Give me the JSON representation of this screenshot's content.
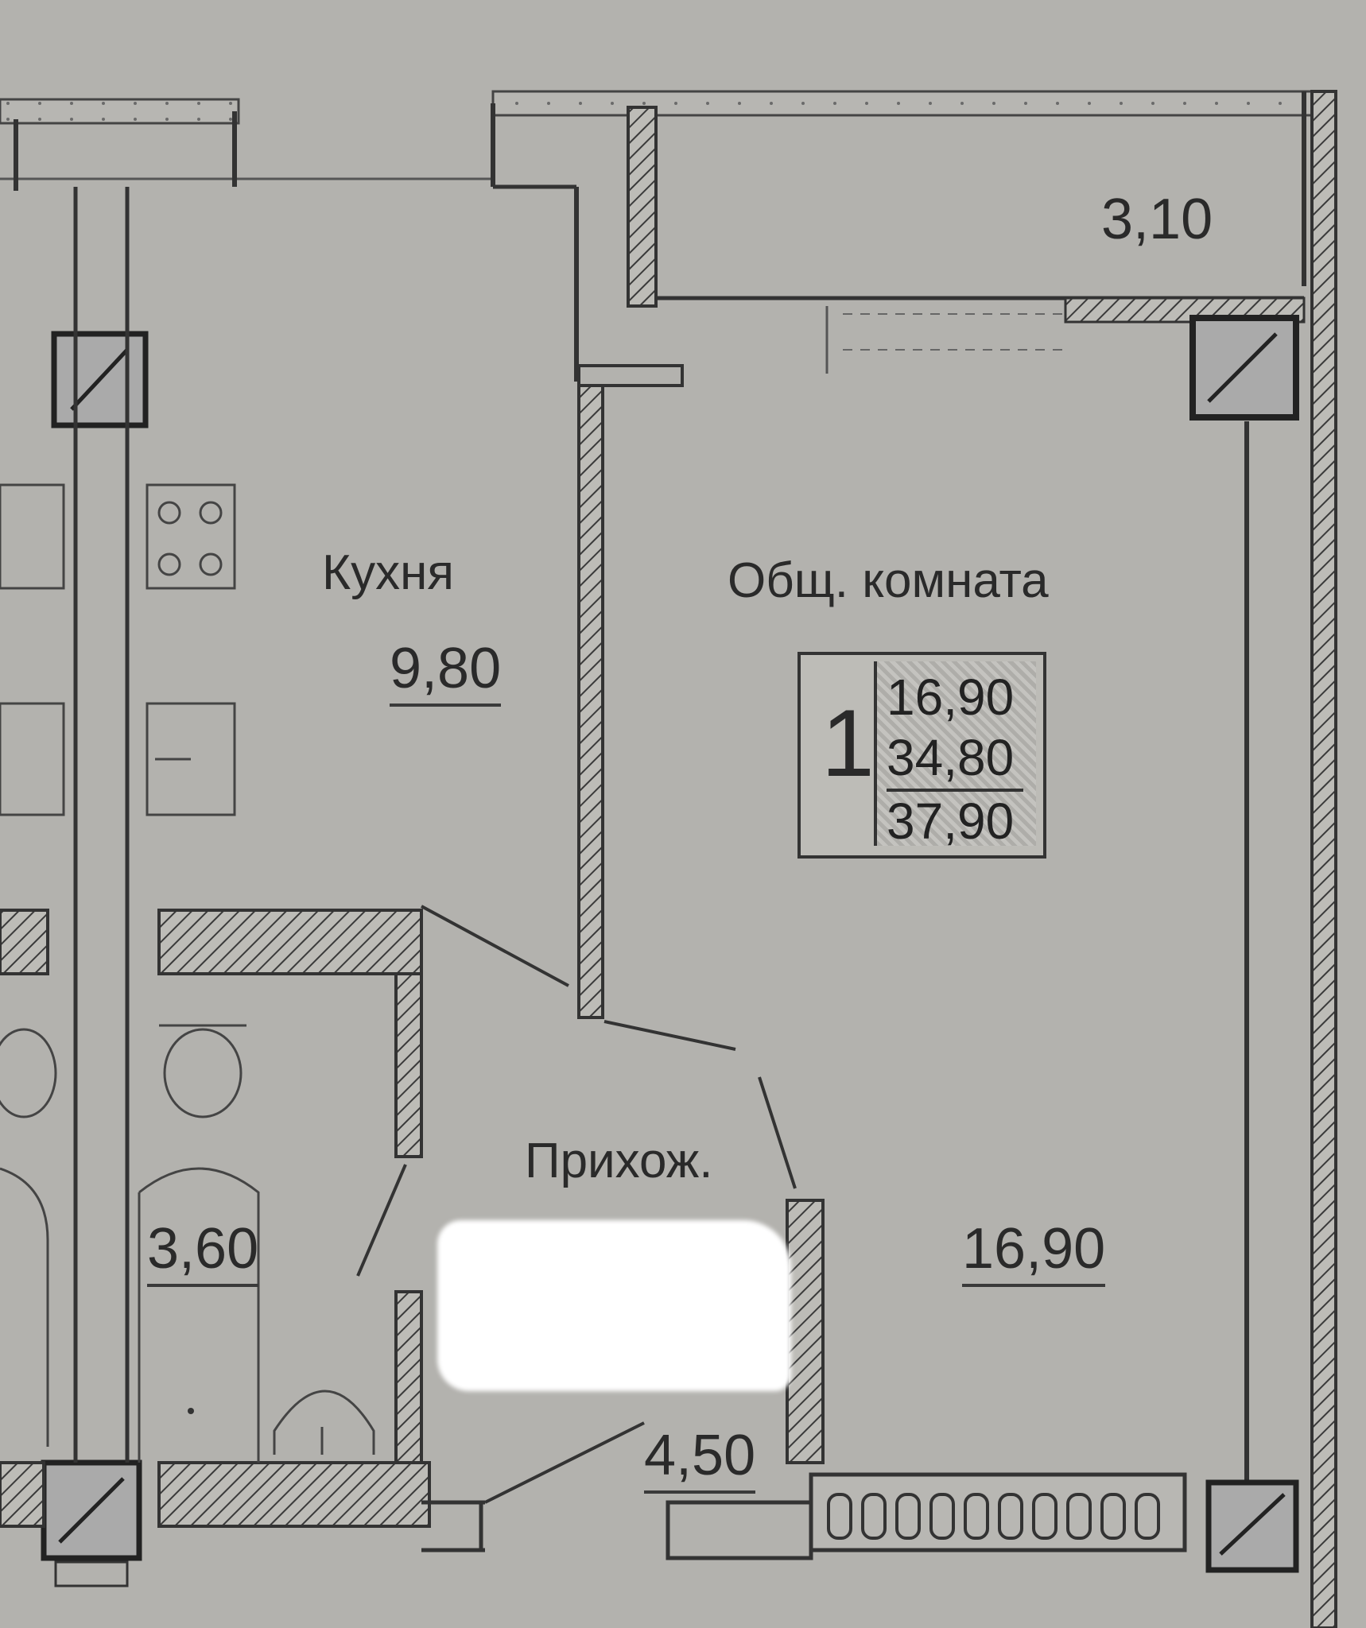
{
  "rooms": {
    "kitchen": {
      "name": "Кухня",
      "area": "9,80"
    },
    "living": {
      "name": "Общ. комната",
      "area": "16,90"
    },
    "hall": {
      "name": "Прихож.",
      "area": "4,50"
    },
    "bath": {
      "area": "3,60"
    },
    "balcony": {
      "area": "3,10"
    }
  },
  "apartment": {
    "rooms_count": "1",
    "living_area": "16,90",
    "total_area": "34,80",
    "total_with_balcony": "37,90"
  },
  "colors": {
    "paper": "#b3b2ae",
    "ink": "#2b2b2b",
    "redaction": "#ffffff"
  }
}
